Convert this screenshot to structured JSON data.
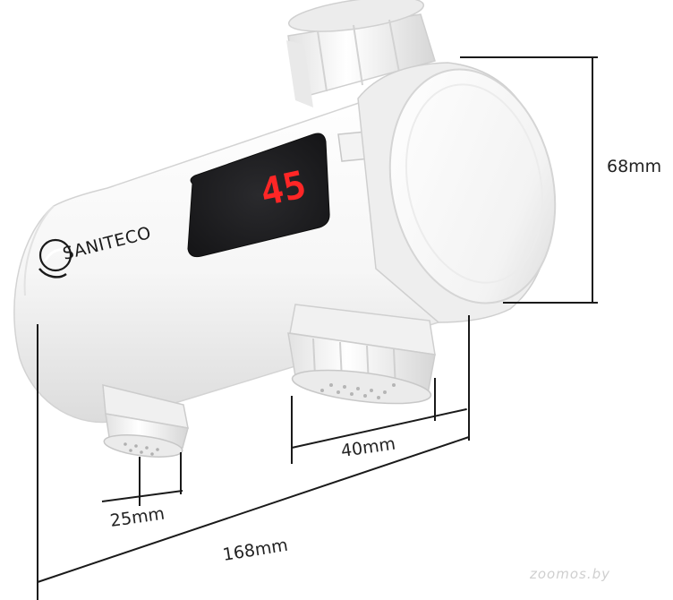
{
  "product": {
    "brand_name": "SANITECO",
    "display_value": "45"
  },
  "dimensions": {
    "height": "68mm",
    "top_outlet": "40mm",
    "bottom_outlet": "25mm",
    "length": "168mm"
  },
  "watermark": "zoomos.by",
  "colors": {
    "body": "#f7f7f7",
    "display_bg": "#1b1b1d",
    "display_digits": "#ff2626",
    "dimension_lines": "#1a1a1a"
  }
}
